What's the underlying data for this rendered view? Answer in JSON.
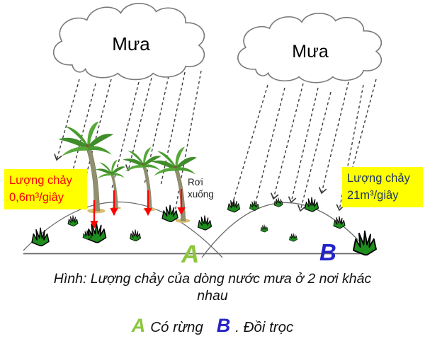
{
  "figure": {
    "clouds": [
      {
        "label": "Mưa"
      },
      {
        "label": "Mưa"
      }
    ],
    "flow_labels": {
      "left": {
        "text": "Lượng chảy\n0,6m³/giây"
      },
      "right": {
        "text": "Lượng chảy\n21m³/giây"
      }
    },
    "fall_note": {
      "text": "Rơi\nxuống"
    },
    "hills": {
      "a_letter": "A",
      "b_letter": "B"
    },
    "caption": {
      "text": "Hình: Lượng chảy của dòng nước mưa ở 2 nơi khác\nnhau"
    },
    "legend": {
      "a_key": "A",
      "a_text": "Có rừng",
      "b_key": "B",
      "b_text": ". Đồi trọc"
    },
    "icons": {
      "cloud": "cloud-shape",
      "rain": "dashed-rain-arrow",
      "palm": "palm-tree-icon",
      "grass": "grass-tuft-icon",
      "runoff": "red-runoff-arrow"
    },
    "colors": {
      "highlight": "#FFFF00",
      "flow_left": "#FF0000",
      "flow_right": "#1F3864",
      "green_a": "#8CC63E",
      "blue_b": "#2424C8",
      "grass": "#1E8E1E",
      "rain": "#3C3C3C",
      "line": "#6B6B6B",
      "runoff": "#FF0000"
    }
  }
}
